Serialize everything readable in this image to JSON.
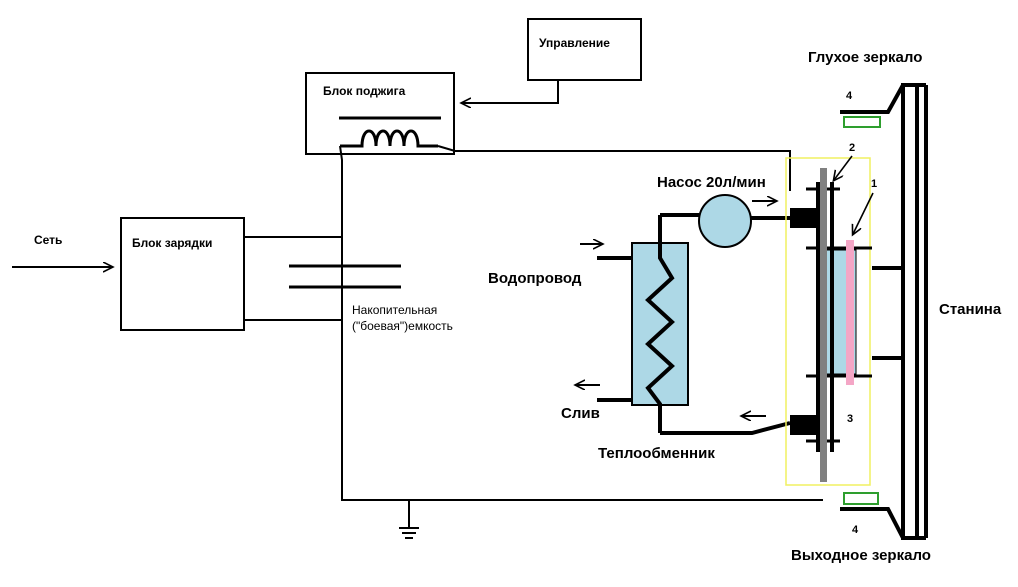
{
  "labels": {
    "control": "Управление",
    "ignition": "Блок поджига",
    "charger": "Блок зарядки",
    "mains": "Сеть",
    "capacitor_line1": "Накопительная",
    "capacitor_line2": "(\"боевая\")емкость",
    "water_supply": "Водопровод",
    "drain": "Слив",
    "heat_exchanger": "Теплообменник",
    "pump": "Насос 20л/мин",
    "rear_mirror": "Глухое зеркало",
    "output_mirror": "Выходное зеркало",
    "frame": "Станина",
    "num_1": "1",
    "num_2": "2",
    "num_3": "3",
    "num_4_top": "4",
    "num_4_bottom": "4"
  },
  "colors": {
    "line": "#000000",
    "heat_exchanger_fill": "#add8e6",
    "pump_fill": "#add8e6",
    "laser_cell_fill": "#add8e6",
    "laser_rod": "#f4a6c6",
    "flash_lamp": "#808080",
    "mirror_outline": "#2e9e2e",
    "highlight_box": "#f0f060"
  }
}
